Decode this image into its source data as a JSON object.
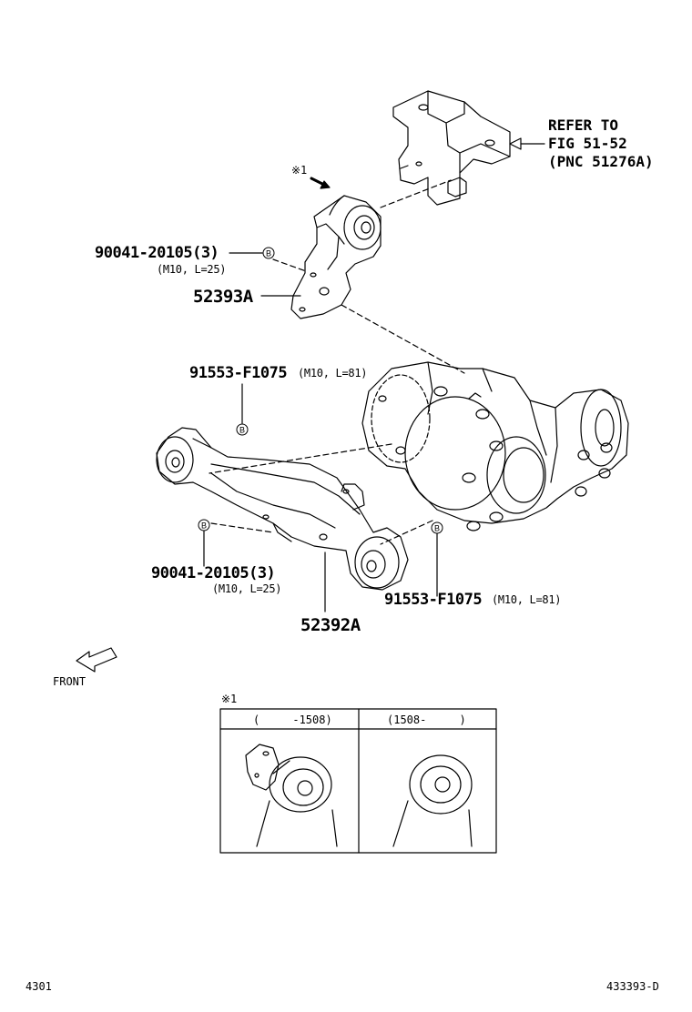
{
  "reference": {
    "line1": "REFER TO",
    "line2": "FIG 51-52",
    "line3": "(PNC 51276A)"
  },
  "note_marker": "※1",
  "parts": {
    "bolt_upper": {
      "number": "90041-20105(3)",
      "spec": "(M10, L=25)",
      "tag": "B"
    },
    "bracket_upper": {
      "number": "52393A"
    },
    "bolt_diff_upper": {
      "number": "91553-F1075",
      "spec": "(M10, L=81)",
      "tag": "B"
    },
    "bolt_lower": {
      "number": "90041-20105(3)",
      "spec": "(M10, L=25)",
      "tag": "B"
    },
    "bracket_lower": {
      "number": "52392A"
    },
    "bolt_diff_lower": {
      "number": "91553-F1075",
      "spec": "(M10, L=81)",
      "tag": "B"
    }
  },
  "direction_label": "FRONT",
  "variant_table": {
    "marker": "※1",
    "columns": [
      {
        "label": "(     -1508)"
      },
      {
        "label": "(1508-     )"
      }
    ]
  },
  "footer": {
    "left_code": "4301",
    "right_code": "433393-D"
  }
}
